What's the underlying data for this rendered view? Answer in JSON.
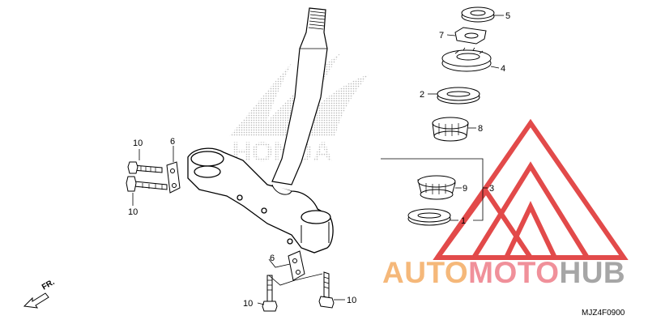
{
  "diagram": {
    "watermark_logo_text": "HONDA",
    "diagram_code": "MJZ4F0900",
    "front_arrow_label": "FR.",
    "callouts": [
      "1",
      "2",
      "3",
      "4",
      "5",
      "6",
      "6",
      "7",
      "8",
      "9",
      "10",
      "10",
      "10",
      "10"
    ]
  },
  "brand": {
    "part1": "AUTO",
    "part2": "MOTO",
    "part3": "HUB",
    "color_part1": "#f5b87a",
    "color_part2": "#f0909a",
    "color_part3": "#a6a6a6",
    "logo_color": "#e24a4a"
  }
}
